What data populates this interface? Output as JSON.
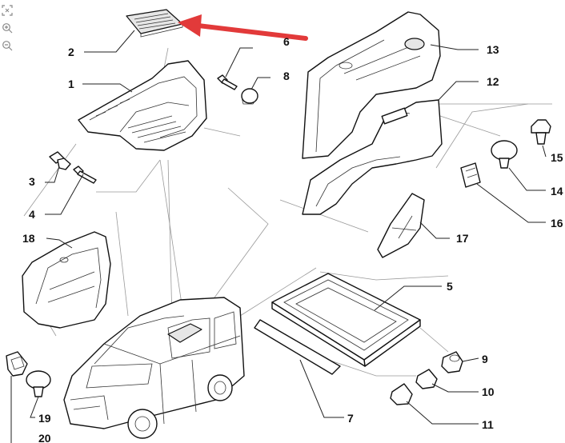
{
  "labels": {
    "p1": "1",
    "p2": "2",
    "p3": "3",
    "p4": "4",
    "p5": "5",
    "p6": "6",
    "p7": "7",
    "p8": "8",
    "p9": "9",
    "p10": "10",
    "p11": "11",
    "p12": "12",
    "p13": "13",
    "p14": "14",
    "p15": "15",
    "p16": "16",
    "p17": "17",
    "p18": "18",
    "p19": "19",
    "p20": "20"
  },
  "colors": {
    "arrow": "#e23a3a",
    "ink": "#111111"
  },
  "icons": {
    "zoom_fit": "fit-screen-icon",
    "zoom_in": "zoom-in-icon",
    "zoom_out": "zoom-out-icon"
  }
}
